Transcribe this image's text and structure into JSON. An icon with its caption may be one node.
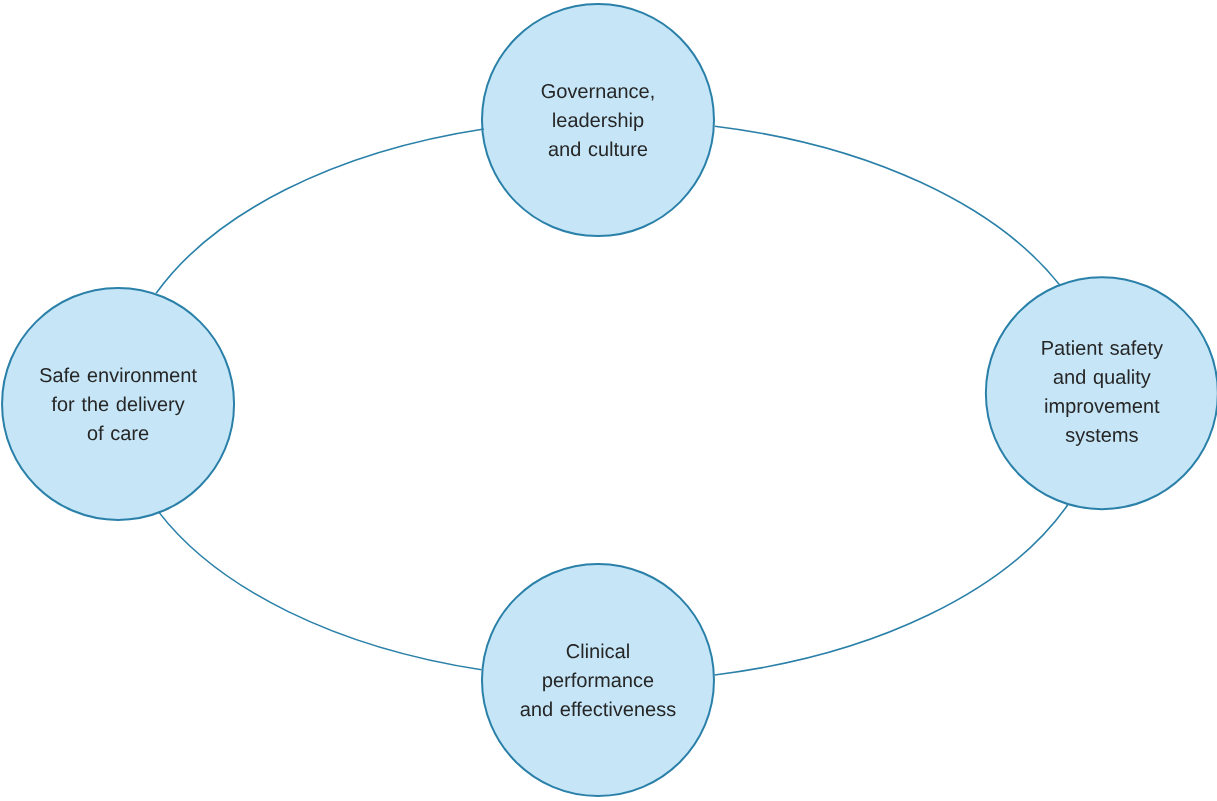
{
  "diagram": {
    "nodes": [
      {
        "text": [
          "Governance, leadership and culture"
        ]
      },
      {
        "text": [
          "Safe environment for the delivery of care"
        ]
      },
      {
        "text": [
          "Patient safety and quality improvement systems"
        ]
      },
      {
        "text": [
          "Clinical performance and effectiveness"
        ]
      }
    ],
    "edges": [
      {
        "from": 0,
        "to": 2,
        "arrow": "none"
      },
      {
        "from": 2,
        "to": 3,
        "arrow": "none"
      },
      {
        "from": 3,
        "to": 1,
        "arrow": "none"
      },
      {
        "from": 1,
        "to": 0,
        "arrow": "none"
      }
    ]
  }
}
